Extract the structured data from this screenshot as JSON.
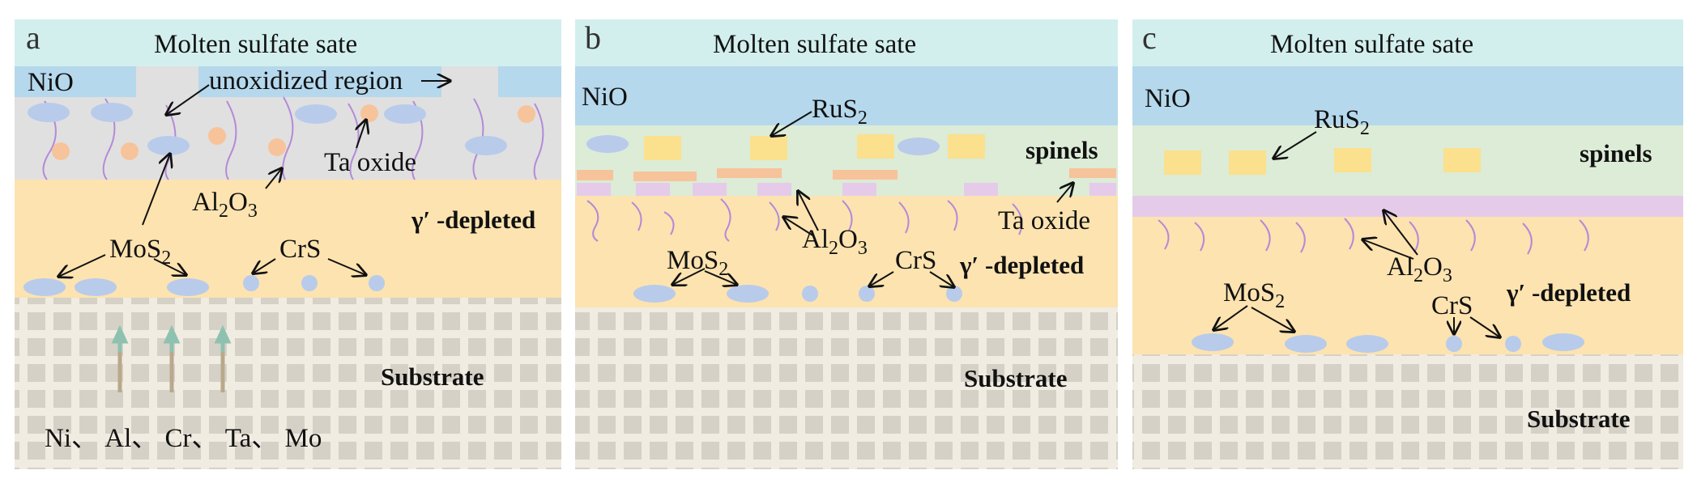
{
  "colors": {
    "salt": "#d2efee",
    "nio": "#b5d8ec",
    "unoxidized": "#e0e0e0",
    "spinel": "#dcecd6",
    "depleted": "#fce3b0",
    "substrate_bg": "#f1ece2",
    "substrate_cell": "#d6d1c6",
    "sulfide": "#b8cbea",
    "ta_oxide": "#f7c39a",
    "rus2": "#fbe08e",
    "al2o3_fiber": "#b48ad8",
    "pink_layer": "#e5cbe9",
    "arrow_up": "#8fc1b0",
    "arrow_stem": "#b9a98c"
  },
  "panels": [
    {
      "letter": "a",
      "molten": "Molten sulfate sate",
      "nio": "NiO",
      "unoxidized": "unoxidized region",
      "ta_oxide": "Ta oxide",
      "al2o3": "Al",
      "al2o3_sub": "2",
      "al2o3_tail": "O",
      "al2o3_sub2": "3",
      "depleted": "γ′ -depleted",
      "mos2": "MoS",
      "mos2_sub": "2",
      "crs": "CrS",
      "substrate": "Substrate",
      "elements": "Ni、 Al、 Cr、 Ta、 Mo"
    },
    {
      "letter": "b",
      "molten": "Molten sulfate sate",
      "nio": "NiO",
      "rus2": "RuS",
      "rus2_sub": "2",
      "spinels": "spinels",
      "ta_oxide": "Ta oxide",
      "al2o3": "Al",
      "al2o3_sub": "2",
      "al2o3_tail": "O",
      "al2o3_sub2": "3",
      "depleted": "γ′ -depleted",
      "mos2": "MoS",
      "mos2_sub": "2",
      "crs": "CrS",
      "substrate": "Substrate"
    },
    {
      "letter": "c",
      "molten": "Molten sulfate sate",
      "nio": "NiO",
      "rus2": "RuS",
      "rus2_sub": "2",
      "spinels": "spinels",
      "al2o3": "Al",
      "al2o3_sub": "2",
      "al2o3_tail": "O",
      "al2o3_sub2": "3",
      "depleted": "γ′ -depleted",
      "mos2": "MoS",
      "mos2_sub": "2",
      "crs": "CrS",
      "substrate": "Substrate"
    }
  ]
}
